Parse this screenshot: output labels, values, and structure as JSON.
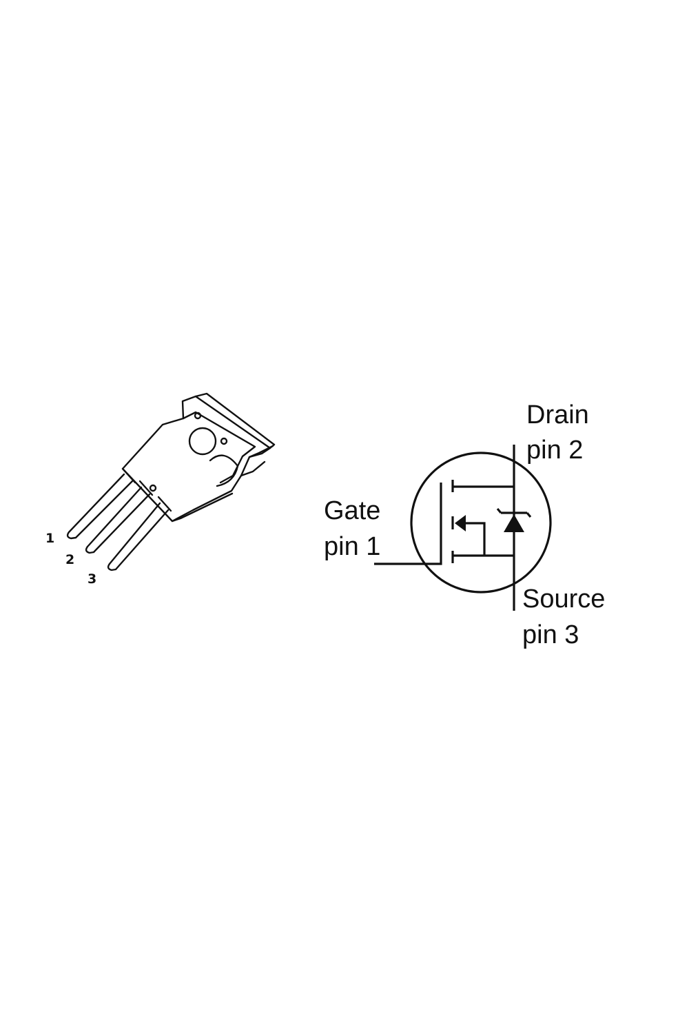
{
  "package": {
    "pin_numbers": [
      "1",
      "2",
      "3"
    ]
  },
  "symbol": {
    "drain": {
      "name": "Drain",
      "pin": "pin 2"
    },
    "gate": {
      "name": "Gate",
      "pin": "pin 1"
    },
    "source": {
      "name": "Source",
      "pin": "pin 3"
    }
  },
  "colors": {
    "line": "#111111",
    "background": "#ffffff"
  }
}
